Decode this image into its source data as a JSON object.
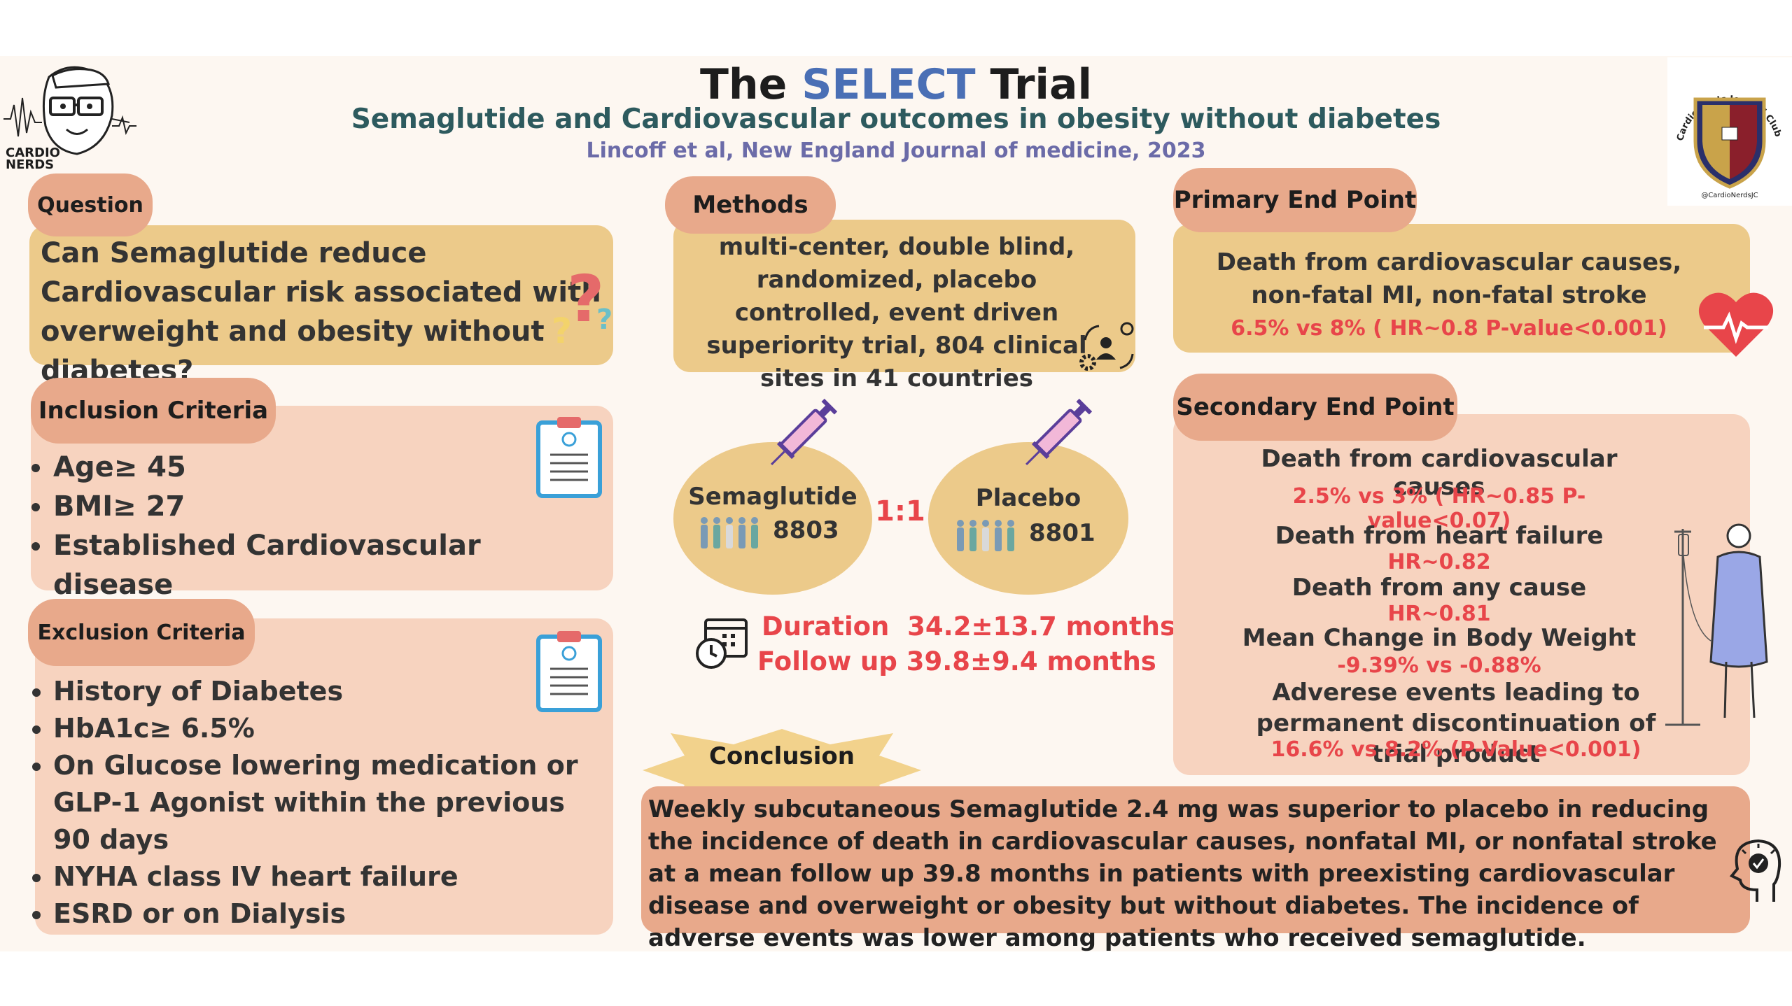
{
  "header": {
    "title_pre": "The ",
    "title_accent": "SELECT",
    "title_post": " Trial",
    "subtitle": "Semaglutide and Cardiovascular outcomes in obesity without diabetes",
    "citation": "Lincoff et al, New England Journal of medicine, 2023"
  },
  "logo_left": {
    "text": "CARDIO NERDS"
  },
  "logo_right": {
    "text": "CardioNerds Journal Club",
    "handle": "@CardioNerdsJC"
  },
  "question": {
    "label": "Question",
    "text": "Can Semaglutide reduce Cardiovascular risk associated with overweight and obesity without diabetes?"
  },
  "inclusion": {
    "label": "Inclusion Criteria",
    "items": [
      "Age≥ 45",
      "BMI≥ 27",
      "Established Cardiovascular disease"
    ]
  },
  "exclusion": {
    "label": "Exclusion Criteria",
    "items": [
      "History of Diabetes",
      "HbA1c≥ 6.5%",
      "On Glucose lowering medication or GLP-1 Agonist within the previous 90 days",
      "NYHA class IV heart failure",
      "ESRD or on Dialysis"
    ]
  },
  "methods": {
    "label": "Methods",
    "text": "multi-center, double blind, randomized, placebo controlled, event driven superiority trial, 804 clinical sites in 41 countries"
  },
  "arms": {
    "ratio": "1:1",
    "semaglutide": {
      "name": "Semaglutide",
      "n": "8803"
    },
    "placebo": {
      "name": "Placebo",
      "n": "8801"
    }
  },
  "duration": {
    "duration": "Duration  34.2±13.7 months",
    "followup": "Follow up 39.8±9.4 months"
  },
  "primary": {
    "label": "Primary End Point",
    "text": "Death from cardiovascular causes, non-fatal MI, non-fatal stroke",
    "result": "6.5% vs 8% ( HR~0.8 P-value<0.001)"
  },
  "secondary": {
    "label": "Secondary End Point",
    "items": [
      {
        "title": "Death from cardiovascular causes",
        "result": "2.5% vs 3% ( HR~0.85 P-value<0.07)"
      },
      {
        "title": "Death from heart failure",
        "result": "HR~0.82"
      },
      {
        "title": "Death from any cause",
        "result": "HR~0.81"
      },
      {
        "title": "Mean Change in Body Weight",
        "result": "-9.39% vs -0.88%"
      },
      {
        "title": "Adverese events leading to permanent discontinuation of trial product",
        "result": "16.6% vs 8.2% (P-Value<0.001)"
      }
    ]
  },
  "conclusion": {
    "label": "Conclusion",
    "text": "Weekly subcutaneous Semaglutide 2.4 mg was superior to placebo in reducing the incidence of death in cardiovascular causes, nonfatal MI, or nonfatal stroke at a mean follow up 39.8 months in patients with preexisting cardiovascular disease and overweight or obesity but without diabetes. The incidence of adverse events was lower among patients who received semaglutide."
  },
  "colors": {
    "accent_blue": "#4a6fb5",
    "subtitle_teal": "#2d5a5e",
    "citation_purple": "#6b6ba8",
    "pill": "#e8a98b",
    "gold_box": "#ecca8a",
    "peach_box": "#f7d3bf",
    "result_red": "#e8454a"
  }
}
